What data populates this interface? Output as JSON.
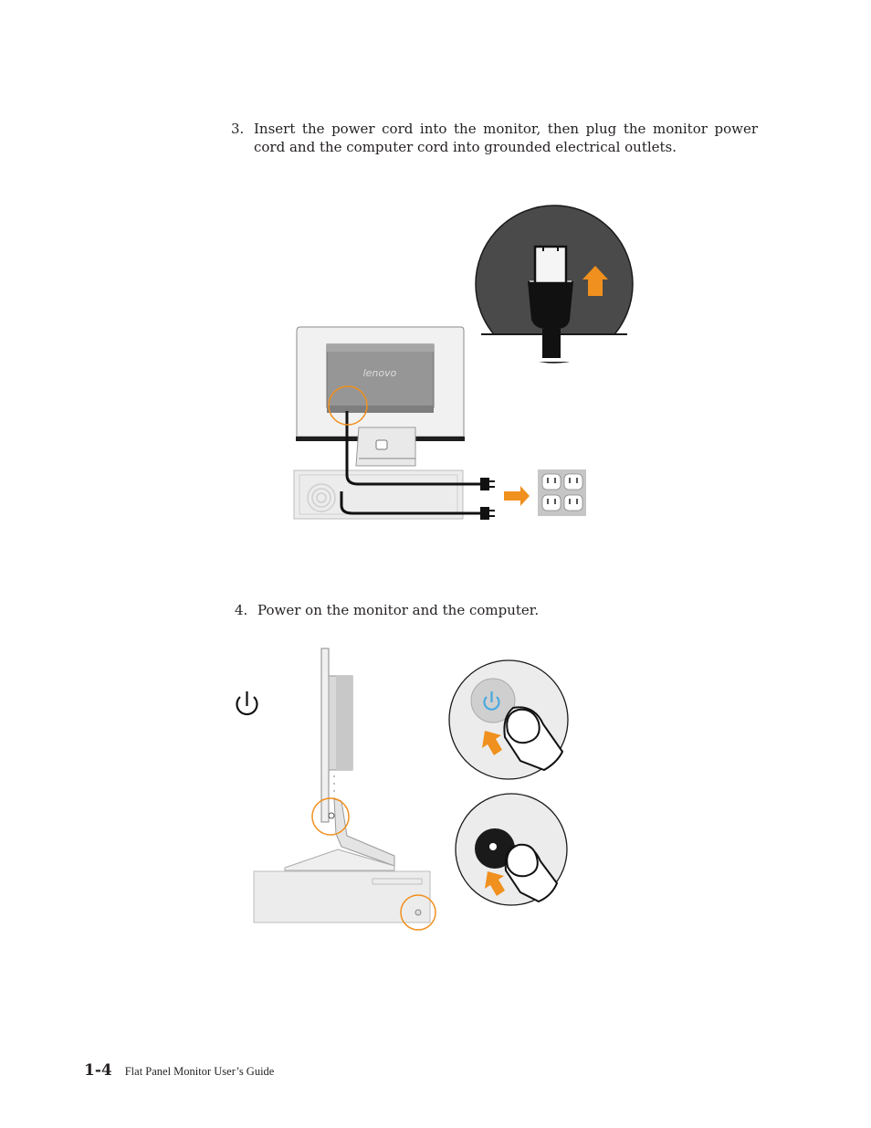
{
  "steps": [
    {
      "number": "3.",
      "text": "Insert the power cord into the monitor, then plug the monitor power cord and the computer cord into grounded electrical outlets."
    },
    {
      "number": "4.",
      "text": "Power on the monitor and the computer."
    }
  ],
  "figure_power_cord": {
    "logo_text": "lenovo"
  },
  "footer": {
    "page_number": "1-4",
    "doc_title": "Flat Panel Monitor User’s Guide"
  },
  "colors": {
    "accent_orange": "#f0901e",
    "power_blue": "#49a9e0",
    "dark_panel": "#4a4a4a"
  }
}
